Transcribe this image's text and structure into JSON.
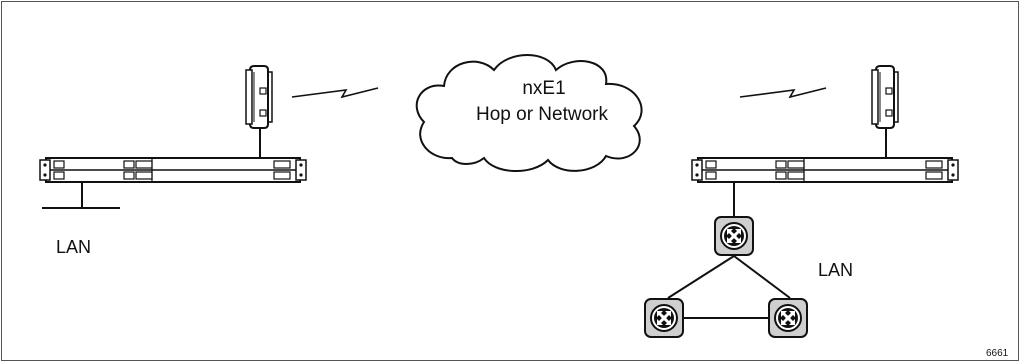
{
  "cloud": {
    "line1": "nxE1",
    "line2": "Hop or Network"
  },
  "left_site": {
    "lan_label": "LAN"
  },
  "right_site": {
    "lan_label": "LAN"
  },
  "figure_number": "6661",
  "colors": {
    "stroke": "#111111",
    "router_fill": "#cfcfcf",
    "background": "#ffffff"
  },
  "icons": [
    "radio-antenna-icon",
    "rack-unit-icon",
    "router-icon",
    "cloud-icon",
    "wireless-link-icon"
  ]
}
